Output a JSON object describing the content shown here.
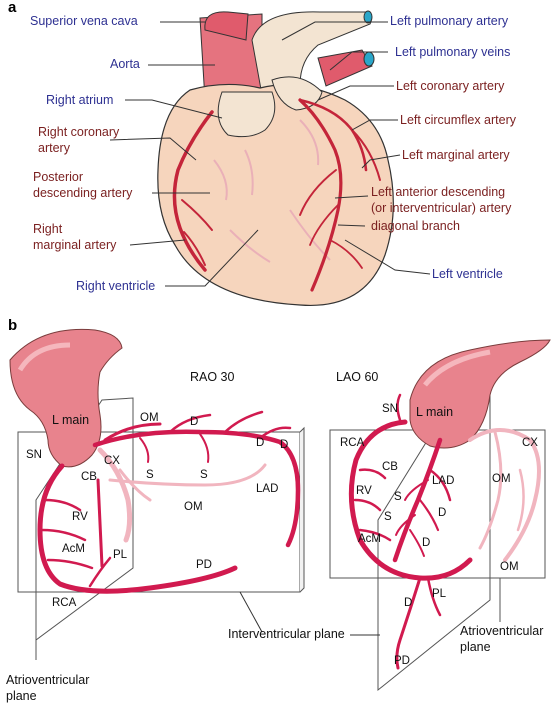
{
  "panels": {
    "a": "a",
    "b": "b"
  },
  "panel_a": {
    "labels": {
      "superior_vena_cava": "Superior vena cava",
      "aorta": "Aorta",
      "right_atrium": "Right atrium",
      "right_coronary_artery_1": "Right coronary",
      "right_coronary_artery_2": "artery",
      "posterior_descending_1": "Posterior",
      "posterior_descending_2": "descending artery",
      "right_marginal_1": "Right",
      "right_marginal_2": "marginal artery",
      "right_ventricle": "Right ventricle",
      "left_pulmonary_artery": "Left pulmonary artery",
      "left_pulmonary_veins": "Left pulmonary veins",
      "left_coronary_artery": "Left coronary artery",
      "left_circumflex_artery": "Left circumflex artery",
      "left_marginal_artery": "Left marginal artery",
      "lad_1": "Left anterior descending",
      "lad_2": "(or interventricular) artery",
      "diagonal_branch": "diagonal branch",
      "left_ventricle": "Left ventricle"
    }
  },
  "panel_b": {
    "views": {
      "rao": "RAO 30",
      "lao": "LAO 60"
    },
    "rao_labels": {
      "l_main": "L main",
      "sn": "SN",
      "cb": "CB",
      "cx": "CX",
      "om_top": "OM",
      "d1": "D",
      "d2": "D",
      "d3": "D",
      "s1": "S",
      "s2": "S",
      "om_mid": "OM",
      "lad": "LAD",
      "rv": "RV",
      "acm": "AcM",
      "pl": "PL",
      "pd": "PD",
      "rca": "RCA"
    },
    "lao_labels": {
      "sn": "SN",
      "l_main": "L main",
      "rca": "RCA",
      "cb": "CB",
      "cx": "CX",
      "rv": "RV",
      "s1": "S",
      "lad": "LAD",
      "om1": "OM",
      "s2": "S",
      "d1": "D",
      "acm": "AcM",
      "d2": "D",
      "om2": "OM",
      "pl": "PL",
      "d3": "D",
      "pd": "PD"
    },
    "planes": {
      "interventricular": "Interventricular plane",
      "atrioventricular_rao_1": "Atrioventricular",
      "atrioventricular_rao_2": "plane",
      "atrioventricular_lao_1": "Atrioventricular",
      "atrioventricular_lao_2": "plane"
    }
  },
  "colors": {
    "label_blue": "#2e3192",
    "label_red": "#7a1f1f",
    "heart_fill": "#f6d5bd",
    "atrium_pink": "#e5737f",
    "artery_red": "#d11a4f",
    "vein_light": "#f1b5bf",
    "pulmonary_teal": "#2aa6c9"
  }
}
